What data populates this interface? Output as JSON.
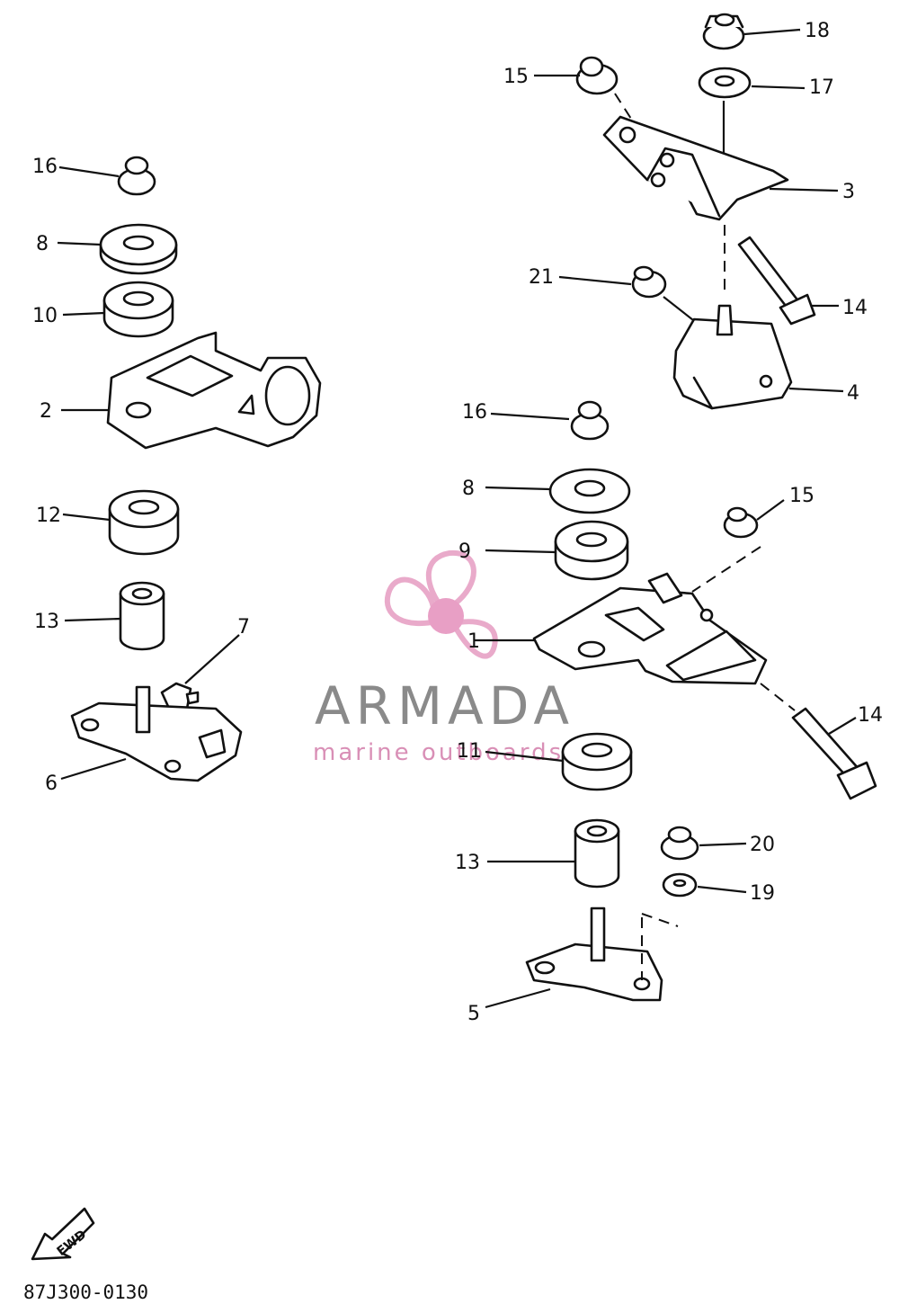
{
  "watermark": {
    "brand": "ARMADA",
    "tagline": "marine outboards",
    "logo": "propeller-icon",
    "colors": {
      "logo": "#e8a6c8",
      "hub": "#e79ac2",
      "brand": "#8a8a8a",
      "tagline": "#d98fb6"
    }
  },
  "diagram_code": "87J300-0130",
  "fwd_badge": "FWD",
  "callouts": {
    "c18": "18",
    "c17": "17",
    "c15a": "15",
    "c3": "3",
    "c21": "21",
    "c14a": "14",
    "c4": "4",
    "c16a": "16",
    "c8a": "8",
    "c10": "10",
    "c2": "2",
    "c12": "12",
    "c13a": "13",
    "c7": "7",
    "c6": "6",
    "c16b": "16",
    "c8b": "8",
    "c15b": "15",
    "c9": "9",
    "c1": "1",
    "c14b": "14",
    "c11": "11",
    "c20": "20",
    "c19": "19",
    "c13b": "13",
    "c5": "5"
  }
}
